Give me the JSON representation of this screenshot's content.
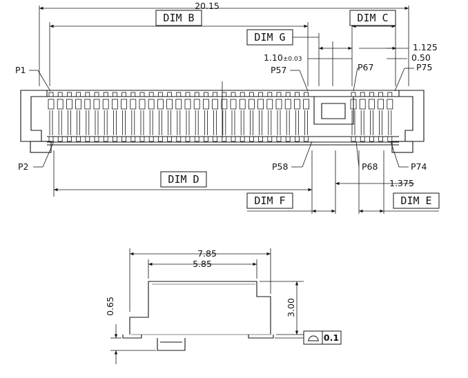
{
  "top_view": {
    "overall_width": "20.15",
    "dim_b": "DIM B",
    "dim_c": "DIM C",
    "dim_g": "DIM G",
    "dim_d": "DIM D",
    "dim_f": "DIM F",
    "dim_e": "DIM E",
    "dim_1125": "1.125",
    "dim_110": "1.10",
    "dim_110_tol": "±0.03",
    "dim_050": "0.50",
    "dim_1375": "1.375",
    "pins": {
      "p1": "P1",
      "p2": "P2",
      "p57": "P57",
      "p58": "P58",
      "p67": "P67",
      "p68": "P68",
      "p75": "P75",
      "p74": "P74"
    }
  },
  "side_view": {
    "width_outer": "7.85",
    "width_inner": "5.85",
    "height": "3.00",
    "standoff": "0.65",
    "flatness_value": "0.1"
  }
}
